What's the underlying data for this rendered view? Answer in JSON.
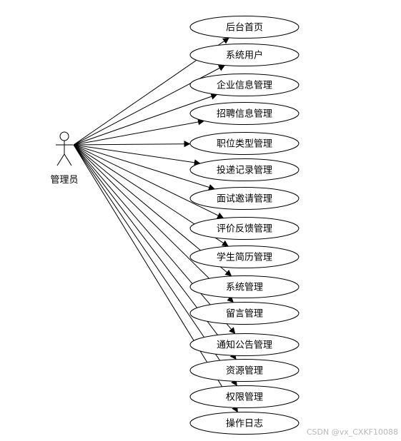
{
  "actor": {
    "label": "管理员"
  },
  "use_cases": [
    {
      "label": "后台首页"
    },
    {
      "label": "系统用户"
    },
    {
      "label": "企业信息管理"
    },
    {
      "label": "招聘信息管理"
    },
    {
      "label": "职位类型管理"
    },
    {
      "label": "投递记录管理"
    },
    {
      "label": "面试邀请管理"
    },
    {
      "label": "评价反馈管理"
    },
    {
      "label": "学生简历管理"
    },
    {
      "label": "系统管理"
    },
    {
      "label": "留言管理"
    },
    {
      "label": "通知公告管理"
    },
    {
      "label": "资源管理"
    },
    {
      "label": "权限管理"
    },
    {
      "label": "操作日志"
    }
  ],
  "watermark": "CSDN @vx_CXKF10088"
}
